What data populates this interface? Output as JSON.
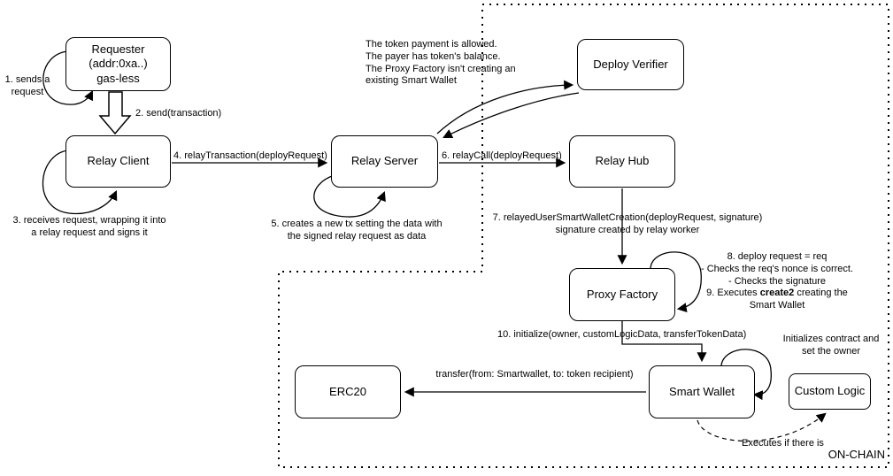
{
  "region": {
    "label": "ON-CHAIN"
  },
  "nodes": {
    "requester": "Requester\n(addr:0xa..)\ngas-less",
    "relay_client": "Relay Client",
    "relay_server": "Relay Server",
    "deploy_verifier": "Deploy Verifier",
    "relay_hub": "Relay Hub",
    "proxy_factory": "Proxy Factory",
    "smart_wallet": "Smart Wallet",
    "custom_logic": "Custom Logic",
    "erc20": "ERC20"
  },
  "labels": {
    "step1": "1. sends a\nrequest",
    "step2": "2. send(transaction)",
    "step3": "3. receives request, wrapping it into\na relay request and signs it",
    "step4": "4. relayTransaction(deployRequest)",
    "step5": "5. creates a new tx setting the data with\nthe signed relay request as data",
    "step6": "6. relayCall(deployRequest)",
    "step7": "7. relayedUserSmartWalletCreation(deployRequest, signature)\nsignature created by relay worker",
    "verifier_note": "The token payment is allowed.\nThe payer has token's balance.\nThe Proxy Factory isn't creating an\nexisting Smart Wallet",
    "step8": "8. deploy request = req\n- Checks the req's nonce is correct.\n- Checks the signature",
    "step9_prefix": "9. Executes ",
    "step9_bold": "create2",
    "step9_suffix": " creating the",
    "step9_line2": "Smart Wallet",
    "step10": "10. initialize(owner, customLogicData, transferTokenData)",
    "init_note": "Initializes contract and\nset the owner",
    "transfer": "transfer(from: Smartwallet, to: token recipient)",
    "executes_note": "Executes if there is"
  }
}
